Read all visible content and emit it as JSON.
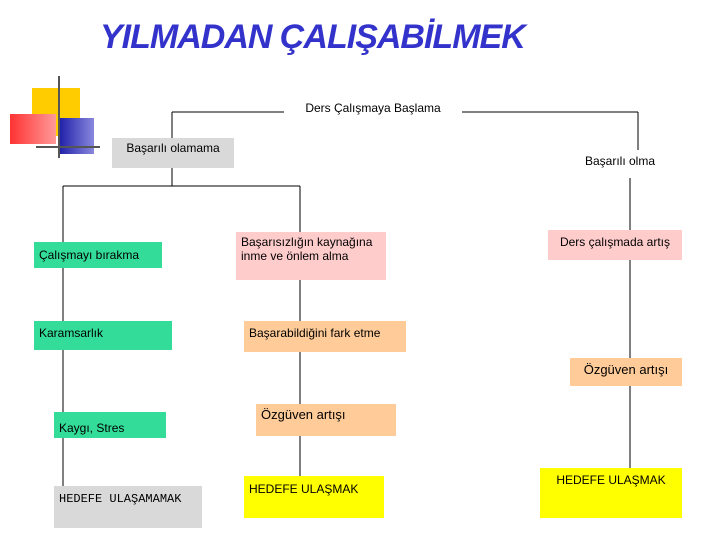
{
  "title": "YILMADAN ÇALIŞABİLMEK",
  "colors": {
    "title": "#3333cc",
    "white": "#ffffff",
    "gray": "#d9d9d9",
    "green": "#33dd99",
    "pink": "#ffcccc",
    "orange": "#ffcc99",
    "yellow": "#ffff00"
  },
  "nodes": {
    "root": "Ders Çalışmaya Başlama",
    "fail": "Başarılı olamama",
    "success": "Başarılı olma",
    "quit": "Çalışmayı bırakma",
    "pessimism": "Karamsarlık",
    "anxiety": "Kaygı, Stres",
    "fail_goal": "HEDEFE ULAŞAMAMAK",
    "root_cause": "Başarısızlığın kaynağına inme ve önlem alma",
    "realize": "Başarabildiğini fark etme",
    "confidence_mid": "Özgüven artışı",
    "goal_mid": "HEDEFE ULAŞMAK",
    "study_increase": "Ders çalışmada artış",
    "confidence_right": "Özgüven artışı",
    "goal_right": "HEDEFE ULAŞMAK"
  }
}
